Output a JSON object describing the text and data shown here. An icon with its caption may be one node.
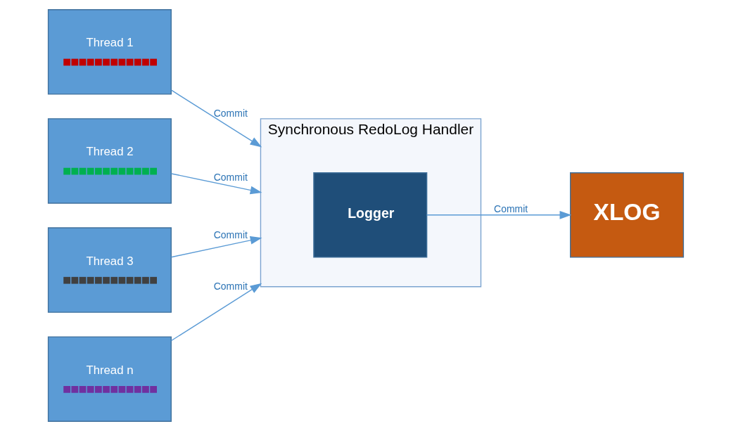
{
  "diagram": {
    "nodes": [
      {
        "text": [
          "Thread 1"
        ]
      },
      {
        "text": [
          "Thread 2"
        ]
      },
      {
        "text": [
          "Thread 3"
        ]
      },
      {
        "text": [
          "Thread n"
        ]
      },
      {
        "text": [
          "Synchronous RedoLog Handler"
        ]
      },
      {
        "text": [
          "Logger"
        ],
        "in": 4
      },
      {
        "text": [
          "XLOG"
        ]
      }
    ],
    "edges": [
      {
        "from": 0,
        "to": 4,
        "arrow": "to",
        "label": "Commit"
      },
      {
        "from": 1,
        "to": 4,
        "arrow": "to",
        "label": "Commit"
      },
      {
        "from": 2,
        "to": 4,
        "arrow": "to",
        "label": "Commit"
      },
      {
        "from": 3,
        "to": 4,
        "arrow": "to",
        "label": "Commit"
      },
      {
        "from": 5,
        "to": 6,
        "arrow": "to",
        "label": "Commit"
      }
    ]
  }
}
